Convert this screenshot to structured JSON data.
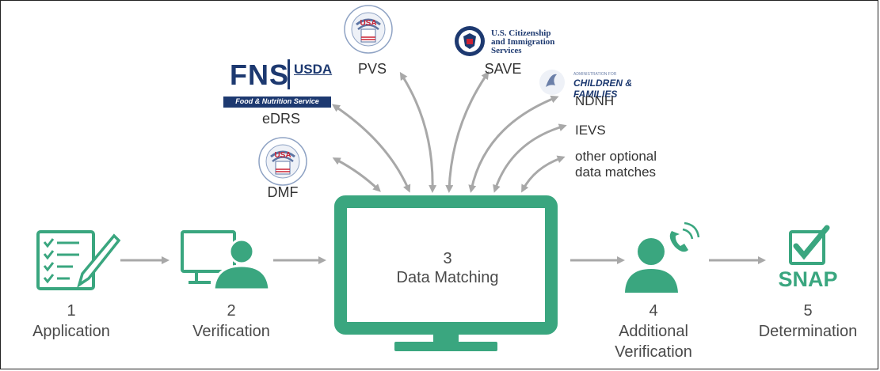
{
  "colors": {
    "accent": "#3aa67f",
    "arrow": "#a8a8a8",
    "navy": "#1d3970",
    "text": "#4a4a4a"
  },
  "steps": [
    {
      "num": "1",
      "label": "Application"
    },
    {
      "num": "2",
      "label": "Verification"
    },
    {
      "num": "3",
      "label": "Data Matching"
    },
    {
      "num": "4",
      "label": "Additional",
      "label2": "Verification"
    },
    {
      "num": "5",
      "label": "Determination",
      "badge": "SNAP"
    }
  ],
  "sources": {
    "pvs": "PVS",
    "save": "SAVE",
    "edrs": "eDRS",
    "ndnh": "NDNH",
    "ievs": "IEVS",
    "dmf": "DMF",
    "optional_line1": "other optional",
    "optional_line2": "data matches"
  },
  "logos": {
    "fns": {
      "main": "FNS",
      "usda": "USDA",
      "sub": "Food & Nutrition Service"
    },
    "ssa": {
      "arc_top": "SOCIAL SECURITY",
      "arc_bottom": "ADMINISTRATION",
      "usa": "USA"
    },
    "uscis": {
      "line1": "U.S. Citizenship",
      "line2": "and Immigration",
      "line3": "Services"
    },
    "acf": {
      "small": "ADMINISTRATION FOR",
      "main": "CHILDREN & FAMILIES"
    }
  }
}
